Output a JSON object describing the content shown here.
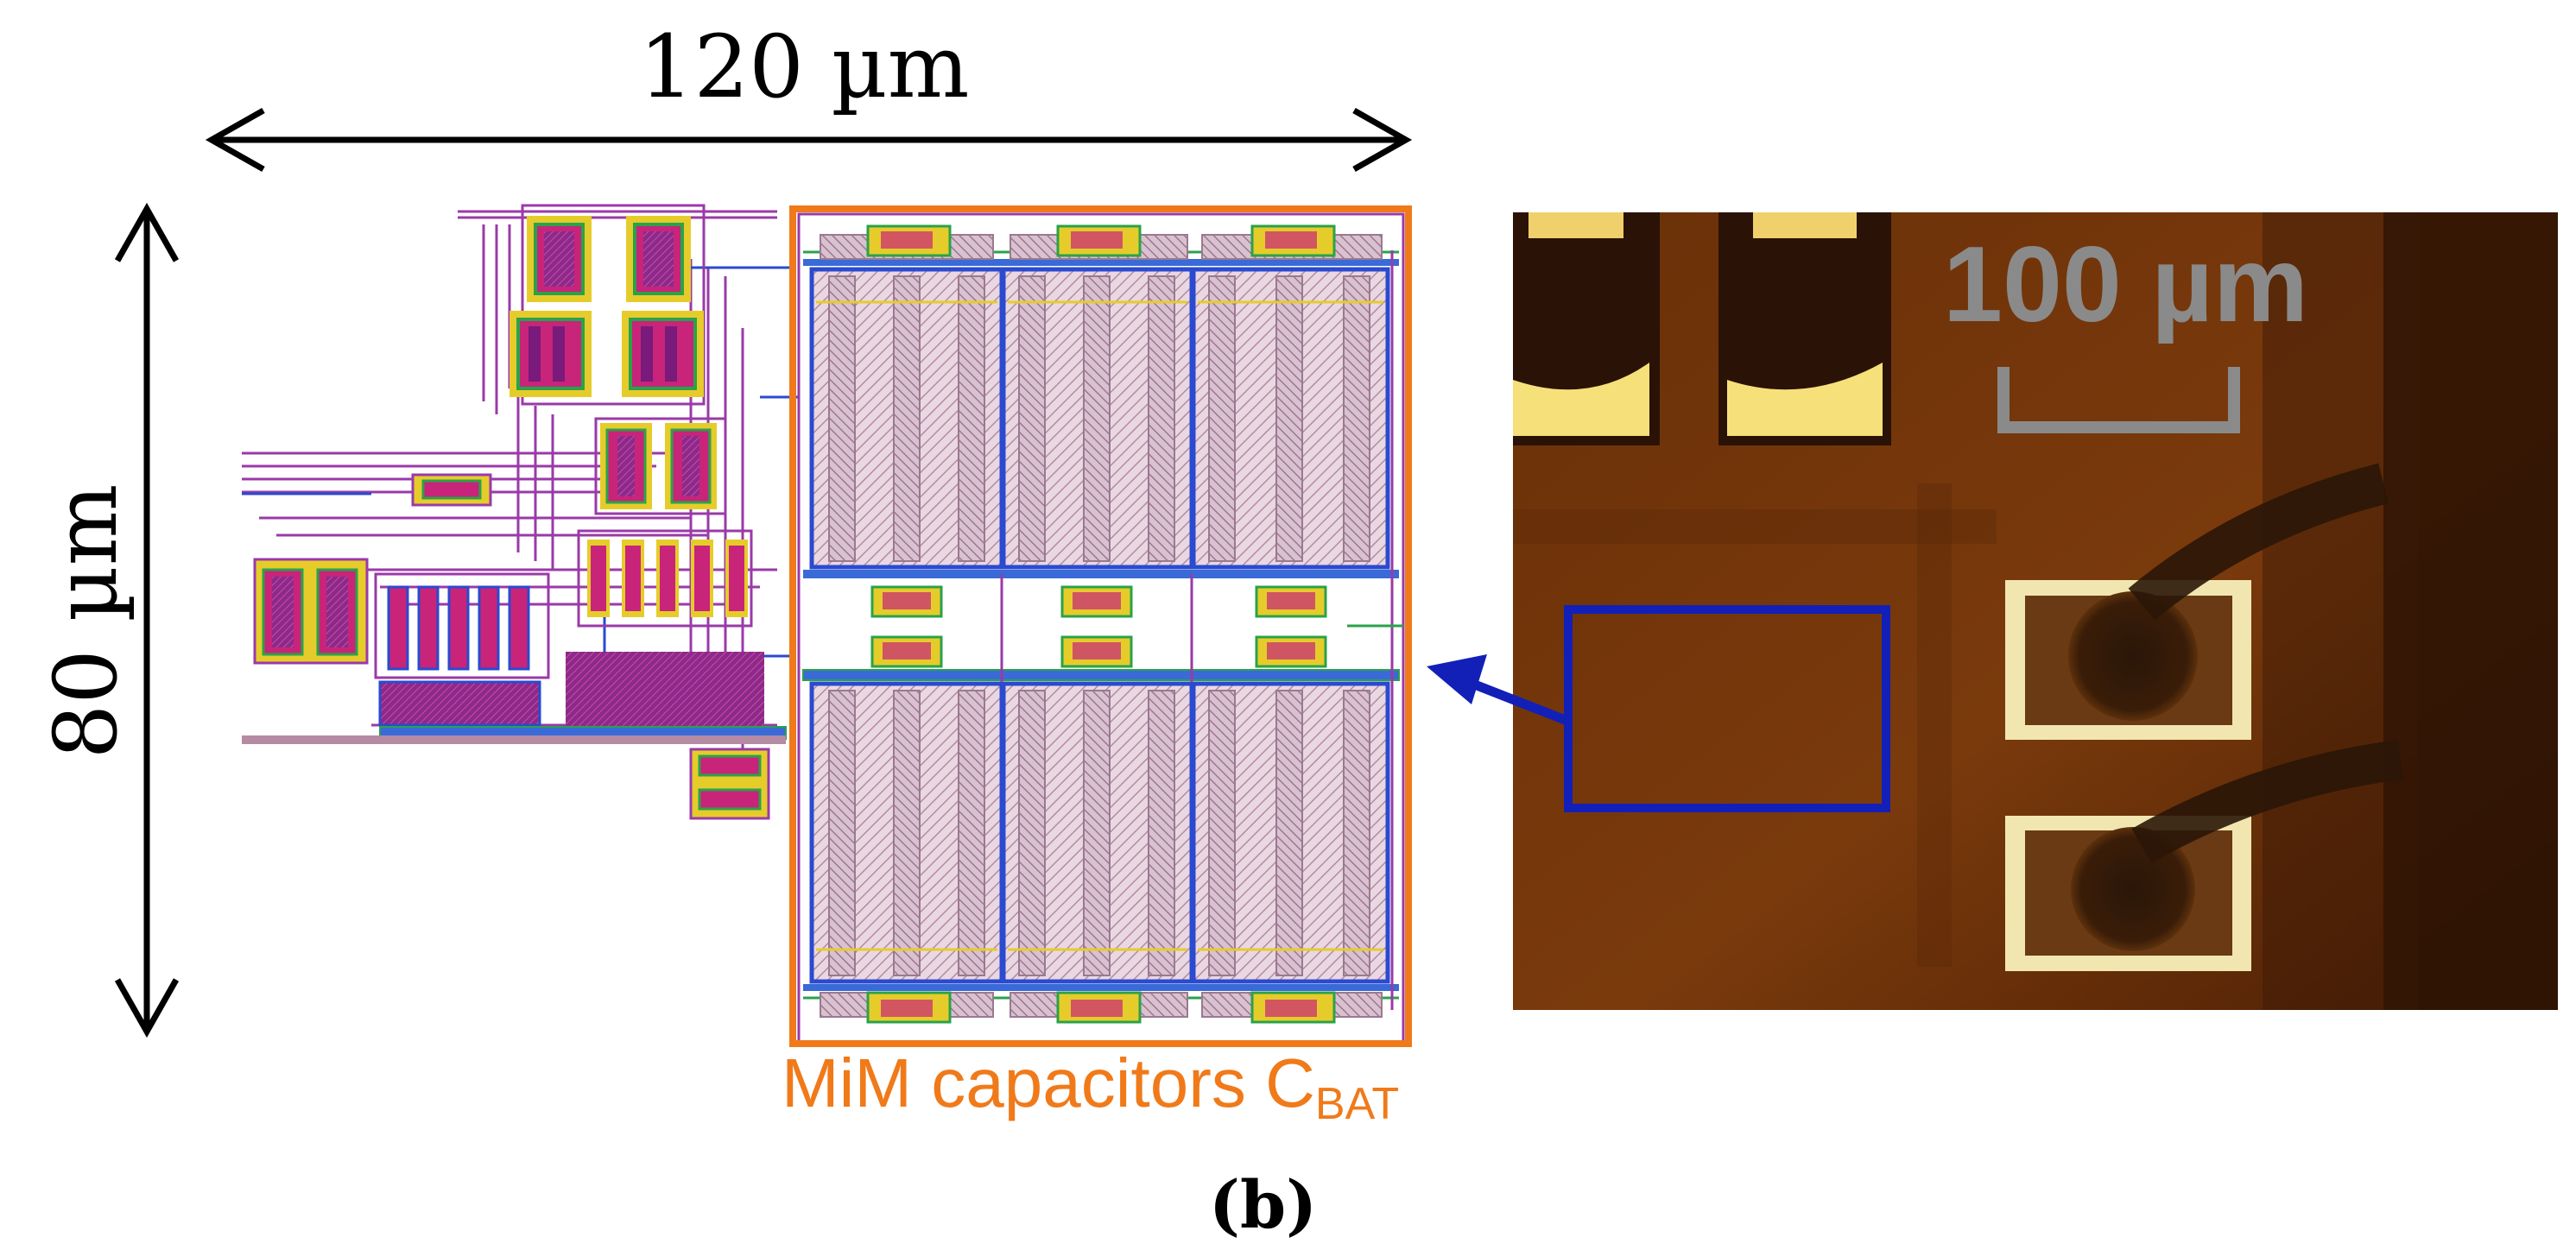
{
  "dimension_width": "120 µm",
  "dimension_height": "80 µm",
  "scale_bar": "100 µm",
  "capacitor_label": {
    "text": "MiM capacitors C",
    "subscript": "BAT"
  },
  "panel_label": "(b)",
  "colors": {
    "highlight_box_orange": "#f07a1a",
    "pointer_blue": "#1220b8",
    "scale_gray": "#8a8a8a",
    "metal_purple": "#9a3aa8",
    "poly_magenta": "#c8247a",
    "diffusion_green": "#2aa24a",
    "yellow_layer": "#e6cc2a",
    "substrate_brown": "#5a2606"
  }
}
